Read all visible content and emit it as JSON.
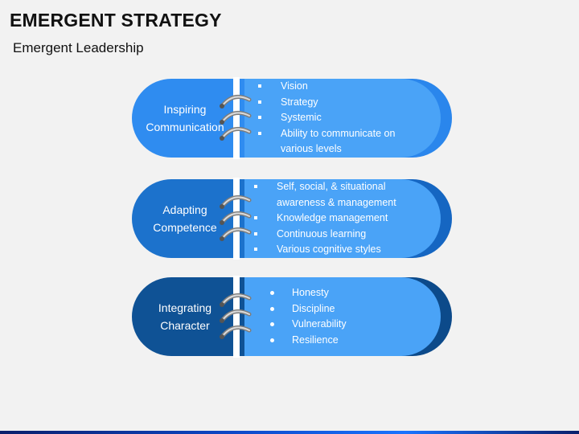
{
  "header": {
    "title": "EMERGENT STRATEGY",
    "subtitle": "Emergent Leadership"
  },
  "rows": [
    {
      "label_line1": "Inspiring",
      "label_line2": "Communication",
      "bullet_style": "square",
      "items": [
        "Vision",
        "Strategy",
        "Systemic",
        "Ability to communicate on",
        "various levels"
      ],
      "colors": {
        "left": "#2f8cf0",
        "right": "#4aa3f7",
        "shadow": "#2a86ec"
      }
    },
    {
      "label_line1": "Adapting",
      "label_line2": "Competence",
      "bullet_style": "square",
      "items": [
        "Self, social, & situational",
        "awareness & management",
        "Knowledge management",
        "Continuous learning",
        "Various cognitive styles"
      ],
      "colors": {
        "left": "#1c72cc",
        "right": "#4aa3f7",
        "shadow": "#1566c2"
      }
    },
    {
      "label_line1": "Integrating",
      "label_line2": "Character",
      "bullet_style": "round",
      "items": [
        "Honesty",
        "Discipline",
        "Vulnerability",
        "Resilience"
      ],
      "colors": {
        "left": "#0f5295",
        "right": "#4aa3f7",
        "shadow": "#0c4a8a"
      }
    }
  ],
  "icons": {
    "binding_ring": "binding-ring-icon"
  }
}
